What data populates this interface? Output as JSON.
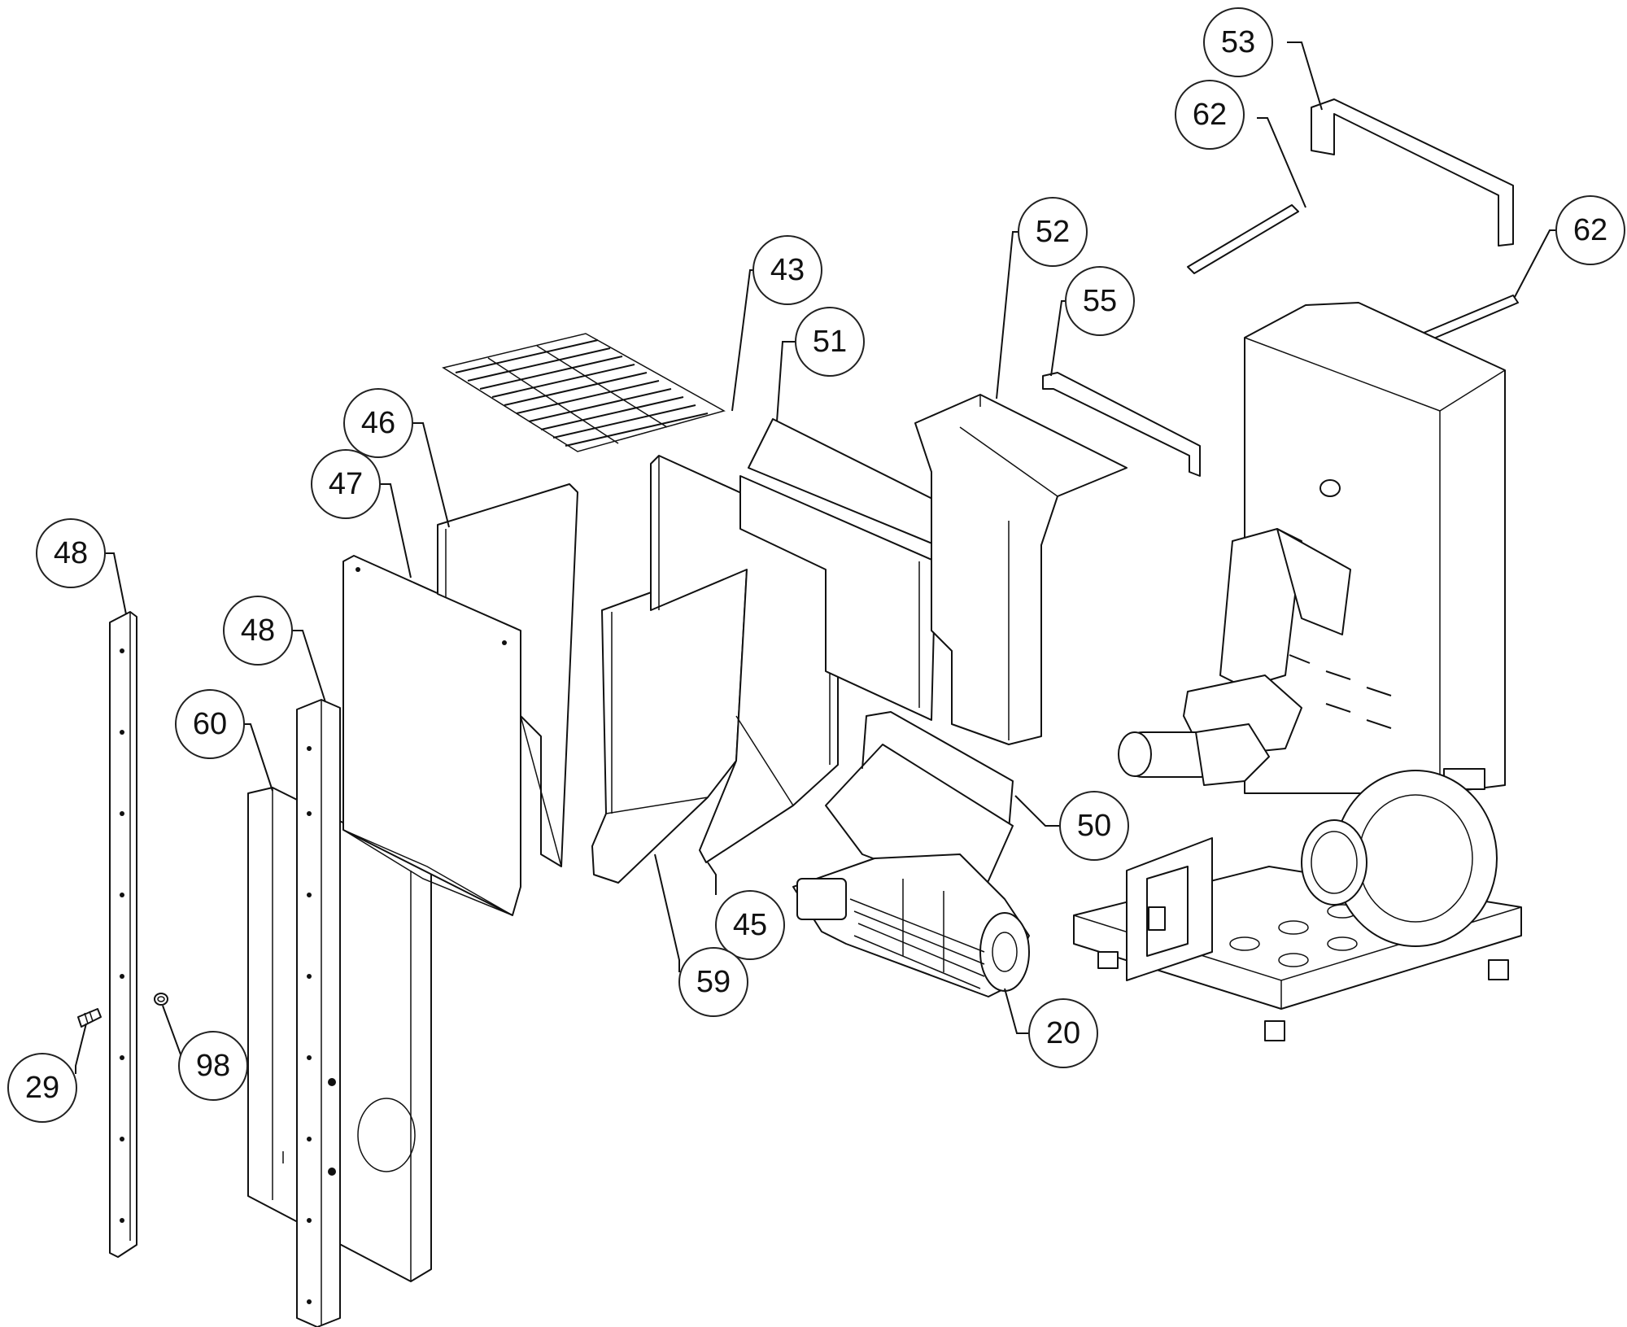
{
  "callouts": [
    {
      "id": "53",
      "label": "53"
    },
    {
      "id": "62a",
      "label": "62"
    },
    {
      "id": "62b",
      "label": "62"
    },
    {
      "id": "52",
      "label": "52"
    },
    {
      "id": "55",
      "label": "55"
    },
    {
      "id": "43",
      "label": "43"
    },
    {
      "id": "51",
      "label": "51"
    },
    {
      "id": "46",
      "label": "46"
    },
    {
      "id": "47",
      "label": "47"
    },
    {
      "id": "48a",
      "label": "48"
    },
    {
      "id": "48b",
      "label": "48"
    },
    {
      "id": "60",
      "label": "60"
    },
    {
      "id": "50",
      "label": "50"
    },
    {
      "id": "45",
      "label": "45"
    },
    {
      "id": "59",
      "label": "59"
    },
    {
      "id": "20",
      "label": "20"
    },
    {
      "id": "29",
      "label": "29"
    },
    {
      "id": "98",
      "label": "98"
    }
  ]
}
